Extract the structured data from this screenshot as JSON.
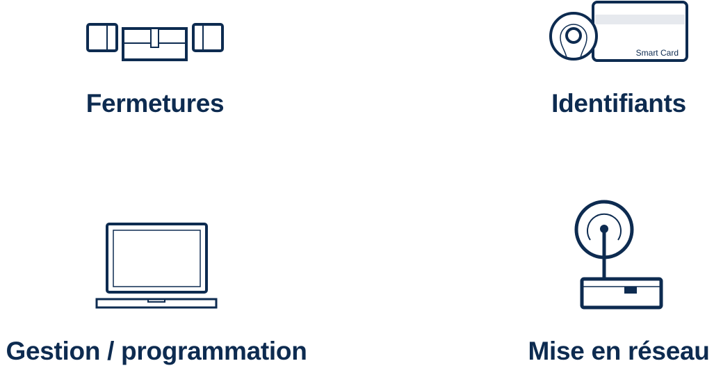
{
  "items": [
    {
      "label": "Fermetures",
      "icon": "lock-cylinder-icon"
    },
    {
      "label": "Identifiants",
      "icon": "smart-card-icon",
      "card_text": "Smart Card"
    },
    {
      "label": "Gestion / programmation",
      "icon": "laptop-icon"
    },
    {
      "label": "Mise en réseau",
      "icon": "router-icon"
    }
  ],
  "colors": {
    "primary": "#0d2b50",
    "stripe": "#e6e9ee"
  }
}
